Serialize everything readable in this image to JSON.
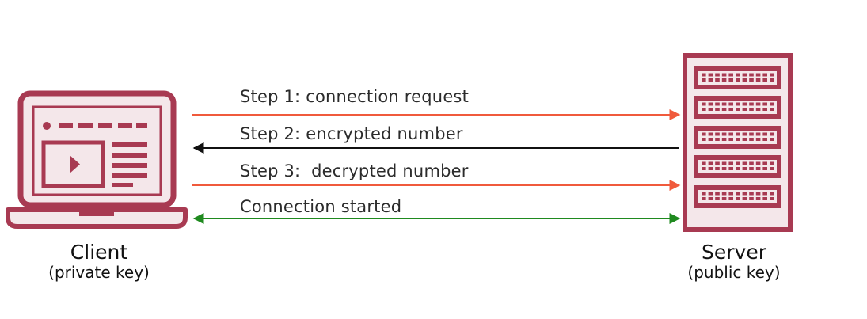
{
  "colors": {
    "device_stroke": "#a83a52",
    "device_fill": "#f4e7ea",
    "request_arrow": "#f05a3c",
    "response_arrow": "#111111",
    "connection_arrow": "#1f8a1f"
  },
  "client": {
    "title": "Client",
    "subtitle": "(private key)",
    "icon": "laptop-icon"
  },
  "server": {
    "title": "Server",
    "subtitle": "(public key)",
    "icon": "server-rack-icon"
  },
  "steps": [
    {
      "label": "Step 1: connection request",
      "direction": "client-to-server",
      "color": "#f05a3c"
    },
    {
      "label": "Step 2: encrypted number",
      "direction": "server-to-client",
      "color": "#111111"
    },
    {
      "label": "Step 3:  decrypted number",
      "direction": "client-to-server",
      "color": "#f05a3c"
    },
    {
      "label": "Connection started",
      "direction": "bidirectional",
      "color": "#1f8a1f"
    }
  ]
}
